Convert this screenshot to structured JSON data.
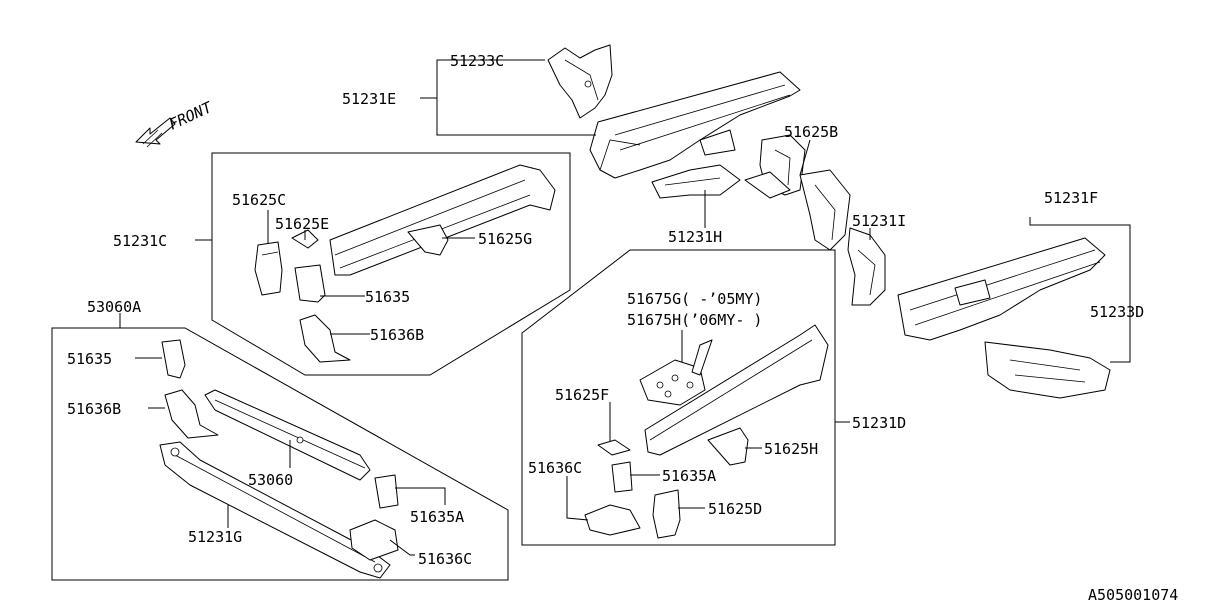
{
  "front_label": "FRONT",
  "ref_code": "A505001074",
  "labels": {
    "p51233C": "51233C",
    "p51231E": "51231E",
    "p51625B": "51625B",
    "p51231H": "51231H",
    "p51231I": "51231I",
    "p51231F": "51231F",
    "p51233D": "51233D",
    "p51231C": "51231C",
    "p51625C": "51625C",
    "p51625E": "51625E",
    "p51625G": "51625G",
    "p51635": "51635",
    "p51636B": "51636B",
    "p53060A": "53060A",
    "g51635": "51635",
    "g51636B": "51636B",
    "p53060": "53060",
    "p51635A_g": "51635A",
    "p51231G": "51231G",
    "p51636C_g": "51636C",
    "p51675G": "51675G(  -’05MY)",
    "p51675H": "51675H(’06MY-  )",
    "p51625F": "51625F",
    "p51636C_d": "51636C",
    "p51635A_d": "51635A",
    "p51625H": "51625H",
    "p51625D": "51625D",
    "p51231D": "51231D"
  }
}
